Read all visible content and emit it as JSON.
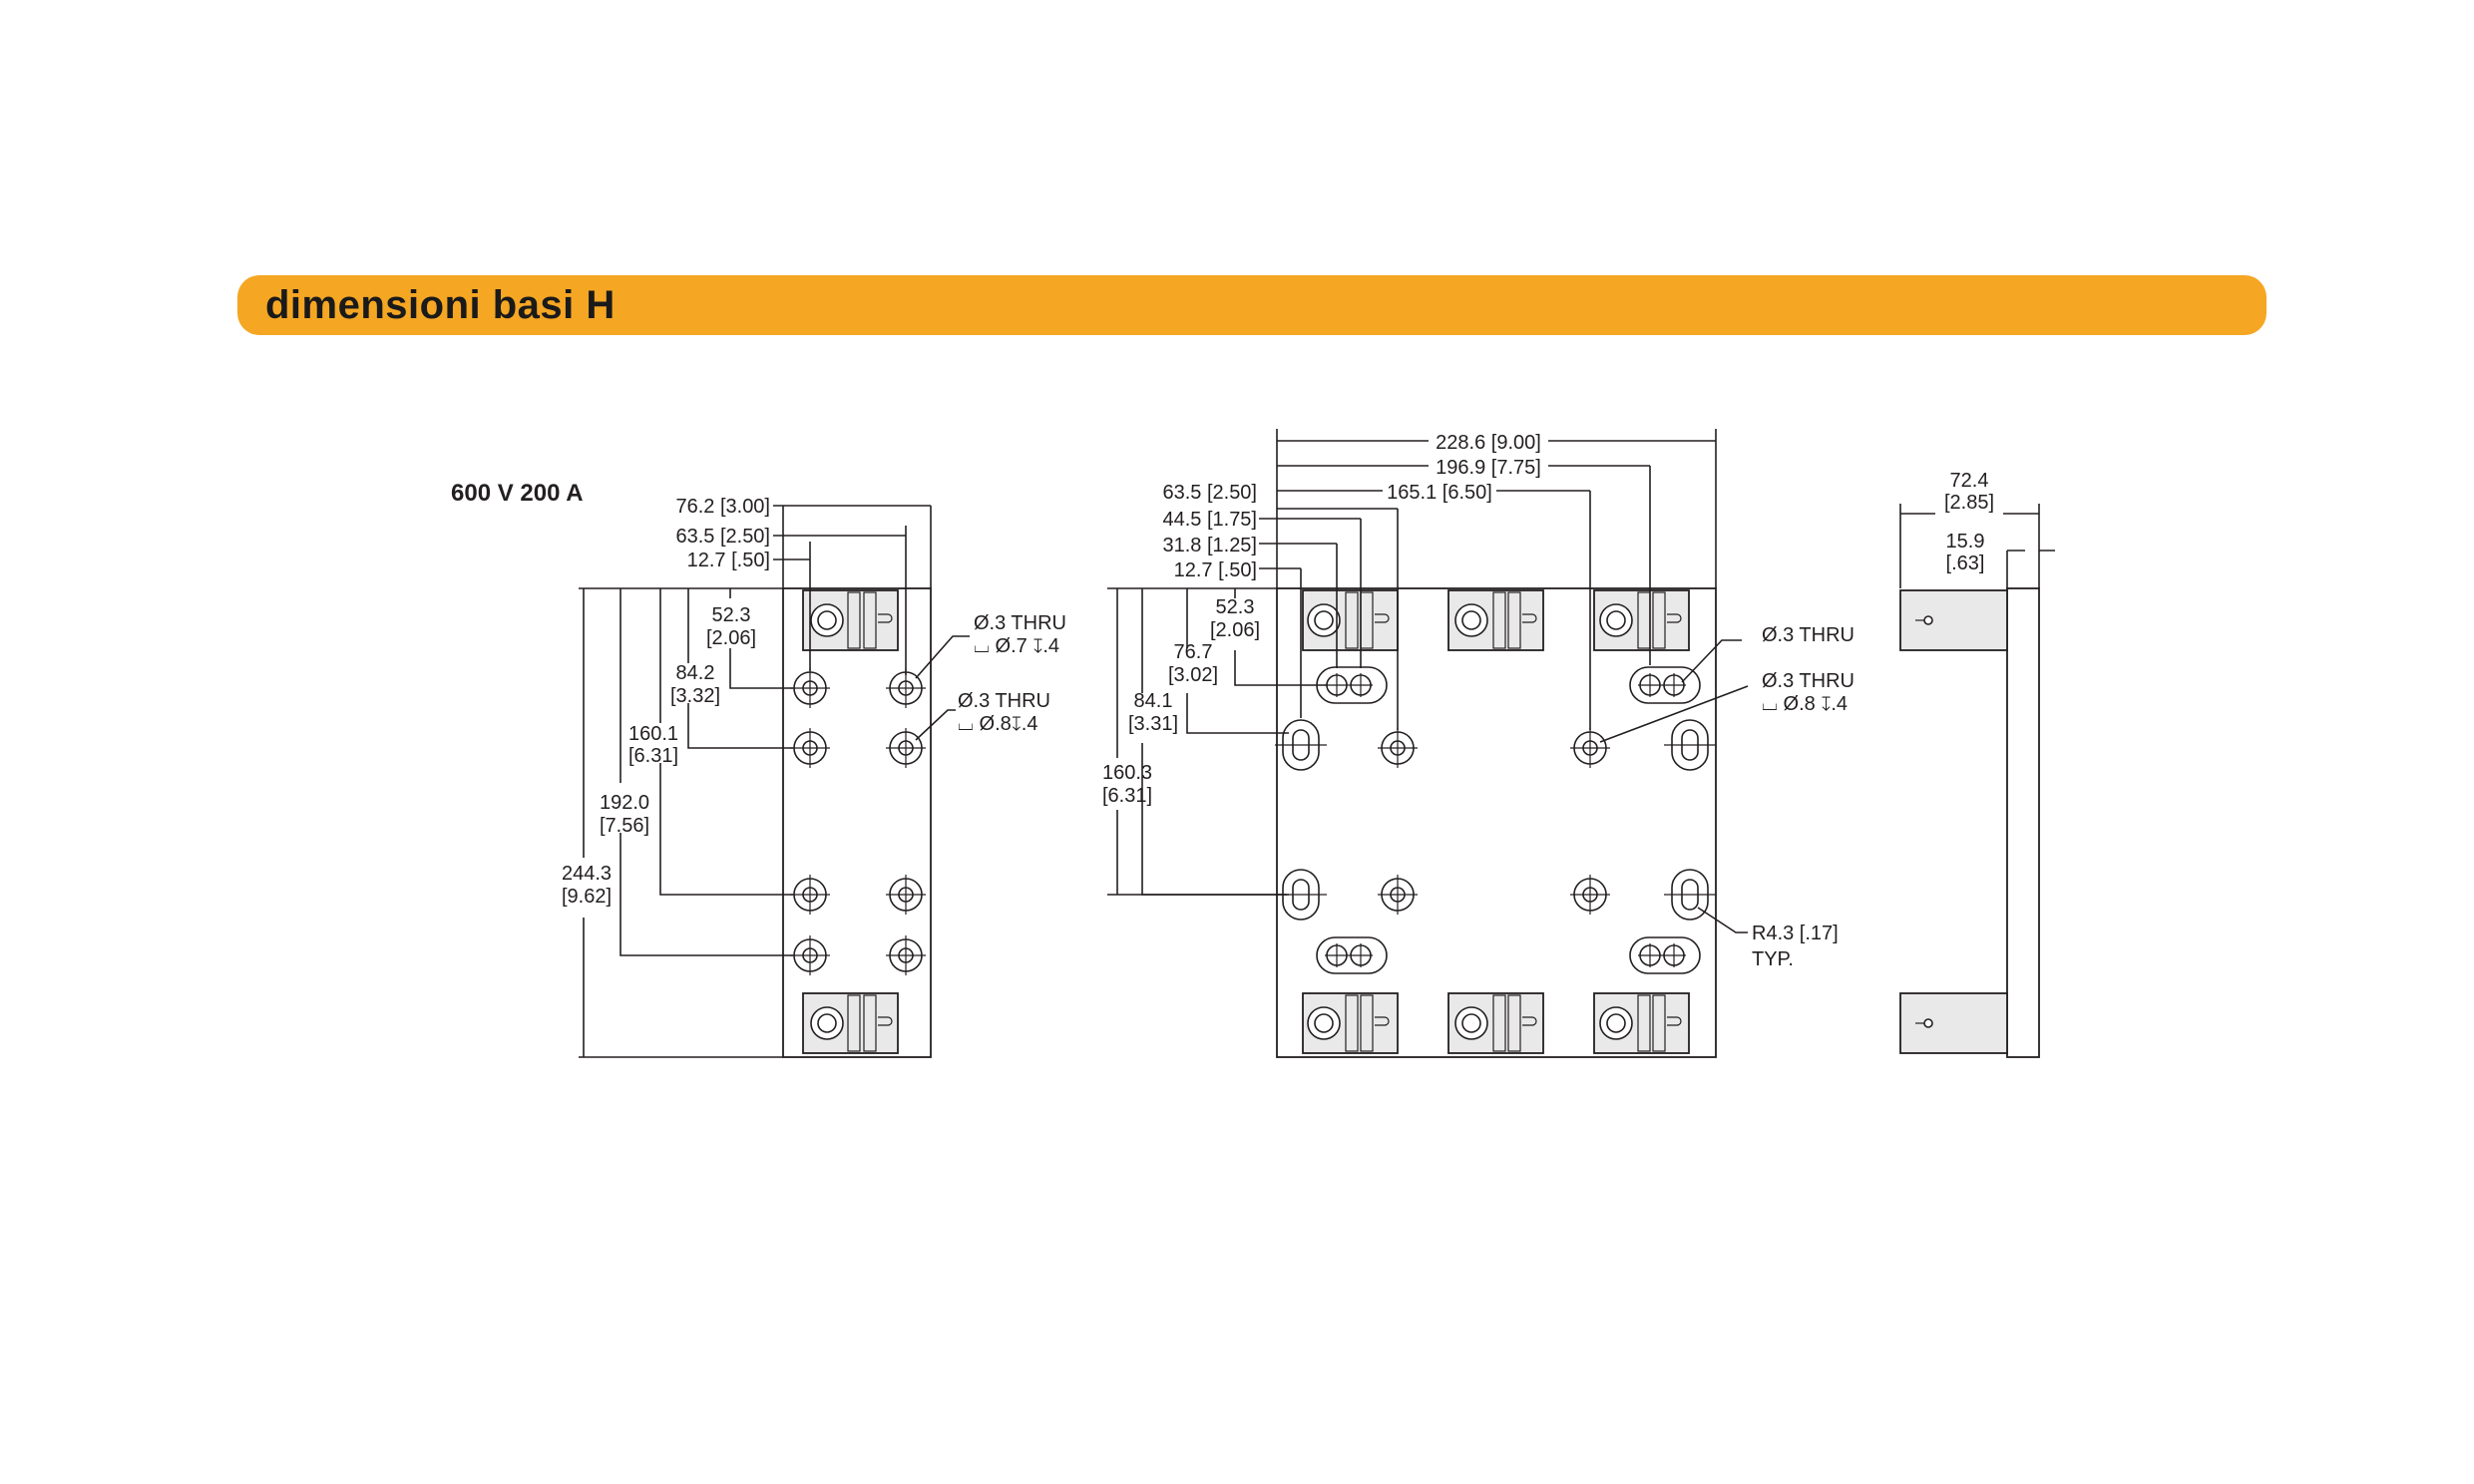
{
  "header": {
    "title": "dimensioni basi H"
  },
  "front_view": {
    "model_label": "600 V 200 A",
    "width_dims": [
      "76.2 [3.00]",
      "63.5 [2.50]",
      "12.7 [.50]"
    ],
    "height_dims": [
      {
        "mm": "52.3",
        "in": "[2.06]"
      },
      {
        "mm": "84.2",
        "in": "[3.32]"
      },
      {
        "mm": "160.1",
        "in": "[6.31]"
      },
      {
        "mm": "192.0",
        "in": "[7.56]"
      },
      {
        "mm": "244.3",
        "in": "[9.62]"
      }
    ],
    "hole_callout_1": {
      "line1": "Ø.3 THRU",
      "line2": "⌴ Ø.7 ↧.4"
    },
    "hole_callout_2": {
      "line1": "Ø.3 THRU",
      "line2": "⌴ Ø.8↧.4"
    }
  },
  "top_view": {
    "width_dims": [
      "228.6 [9.00]",
      "196.9 [7.75]",
      "165.1 [6.50]",
      "63.5 [2.50]",
      "44.5 [1.75]",
      "31.8 [1.25]",
      "12.7 [.50]"
    ],
    "height_dims": [
      {
        "mm": "52.3",
        "in": "[2.06]"
      },
      {
        "mm": "76.7",
        "in": "[3.02]"
      },
      {
        "mm": "84.1",
        "in": "[3.31]"
      },
      {
        "mm": "160.3",
        "in": "[6.31]"
      }
    ],
    "hole_callout_1": {
      "line1": "Ø.3 THRU"
    },
    "hole_callout_2": {
      "line1": "Ø.3 THRU",
      "line2": "⌴ Ø.8 ↧.4"
    },
    "radius_callout": {
      "line1": "R4.3 [.17]",
      "line2": "TYP."
    }
  },
  "side_view": {
    "depth_dim": {
      "mm": "72.4",
      "in": "[2.85]"
    },
    "thickness_dim": {
      "mm": "15.9",
      "in": "[.63]"
    }
  },
  "colors": {
    "banner": "#f5a623",
    "ink": "#231f20",
    "block_fill": "#e9e9e9"
  }
}
